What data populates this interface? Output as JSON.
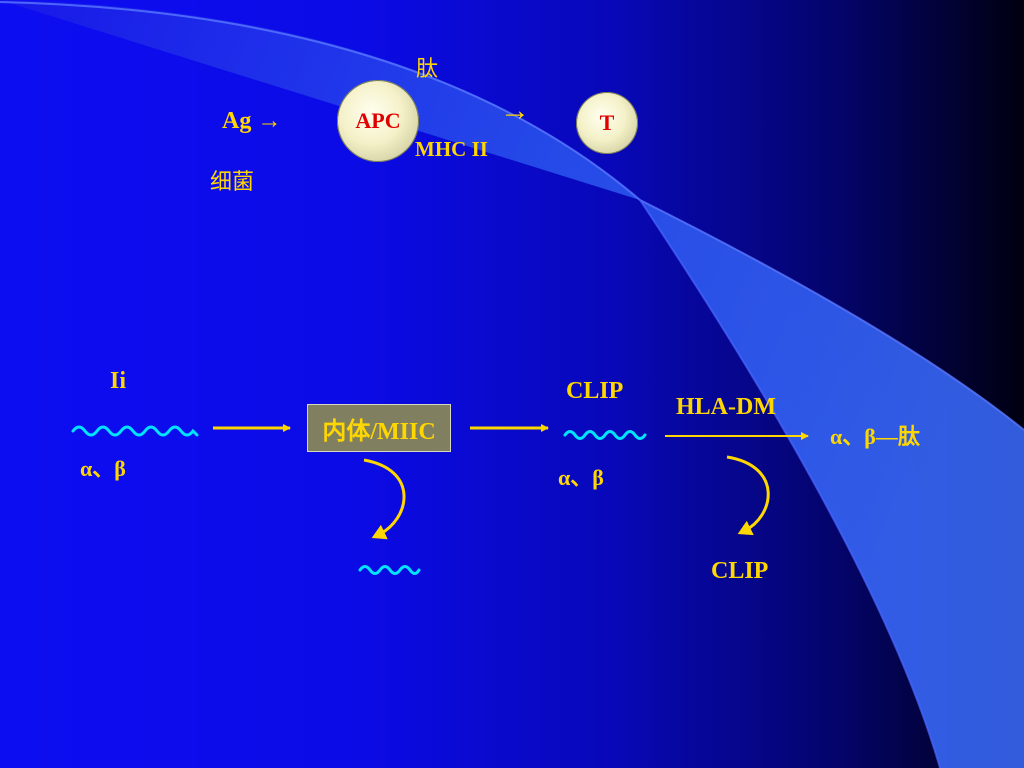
{
  "colors": {
    "label": "#ffd700",
    "apc_text": "#e00000",
    "wavy": "#00e5ff",
    "arrow": "#ffd700"
  },
  "top": {
    "ag_arrow": "Ag →",
    "bacteria": "细菌",
    "apc": "APC",
    "peptide": "肽",
    "arrow": "→",
    "mhc": "MHC II",
    "t_cell": "T"
  },
  "bottom": {
    "ii": "Ii",
    "alpha_beta_left": "α、β",
    "box": "内体/MIIC",
    "clip_top": "CLIP",
    "alpha_beta_mid": "α、β",
    "hla_dm": "HLA-DM",
    "result": "α、β—肽",
    "clip_bottom": "CLIP"
  }
}
